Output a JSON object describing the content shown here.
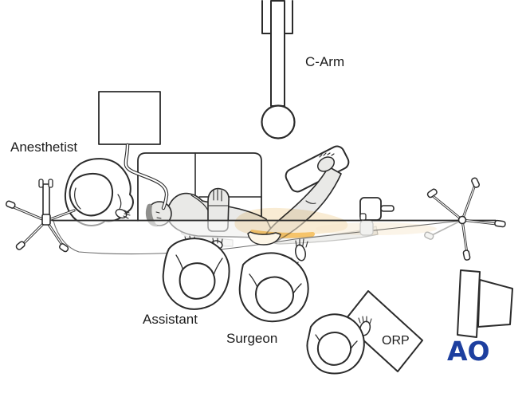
{
  "labels": {
    "c_arm": "C-Arm",
    "anesthetist": "Anesthetist",
    "assistant": "Assistant",
    "surgeon": "Surgeon",
    "orp": "ORP"
  },
  "logo": {
    "text": "AO",
    "color": "#1d3f9f"
  },
  "colors": {
    "line": "#2b2b2b",
    "patient_skin": "#e9e9e7",
    "patient_hair": "#8f8f8d",
    "highlight_soft": "#f9ecd4",
    "highlight_strong": "#f6c46a",
    "background": "#ffffff"
  }
}
